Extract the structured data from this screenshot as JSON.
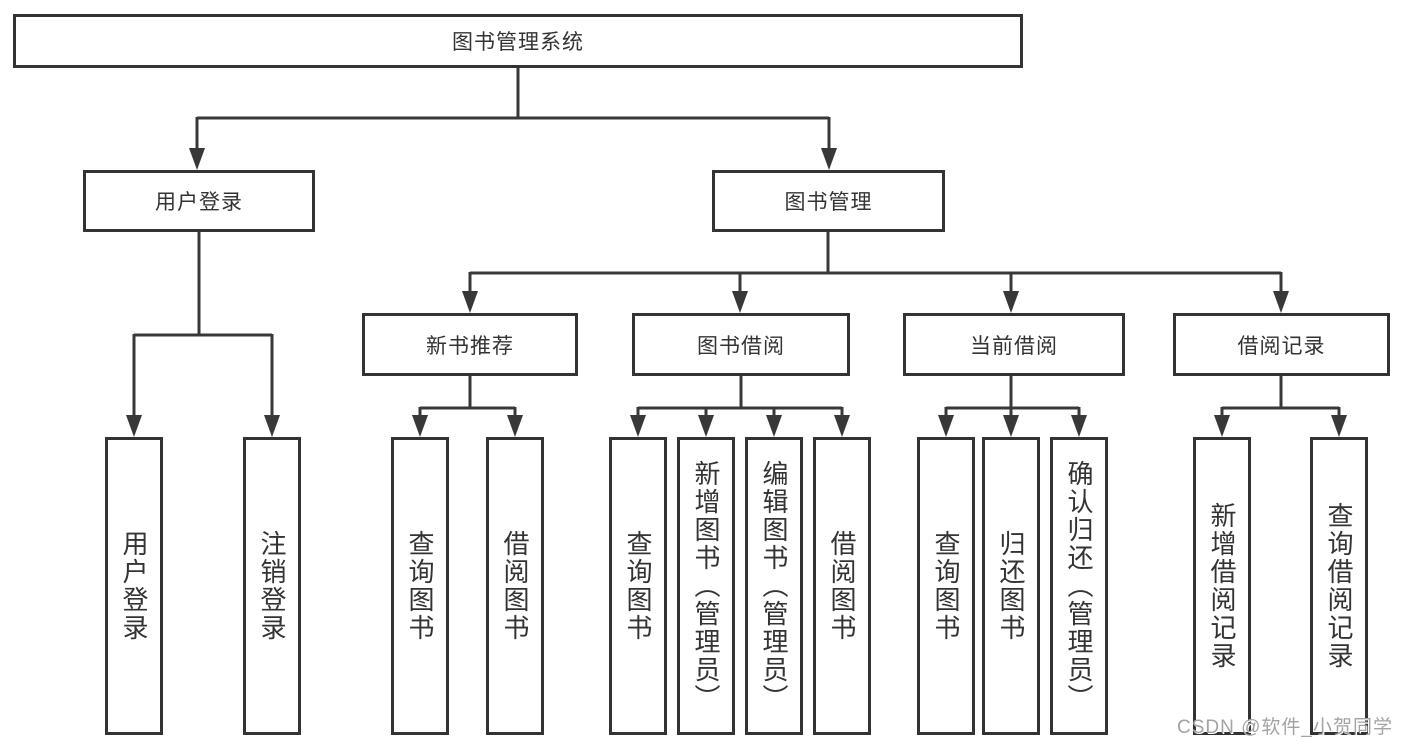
{
  "tree": {
    "label": "图书管理系统",
    "children": [
      {
        "label": "用户登录",
        "children": [
          {
            "label": "用户登录"
          },
          {
            "label": "注销登录"
          }
        ]
      },
      {
        "label": "图书管理",
        "children": [
          {
            "label": "新书推荐",
            "children": [
              {
                "label": "查询图书"
              },
              {
                "label": "借阅图书"
              }
            ]
          },
          {
            "label": "图书借阅",
            "children": [
              {
                "label": "查询图书"
              },
              {
                "label": "新增图书（管理员）"
              },
              {
                "label": "编辑图书（管理员）"
              },
              {
                "label": "借阅图书"
              }
            ]
          },
          {
            "label": "当前借阅",
            "children": [
              {
                "label": "查询图书"
              },
              {
                "label": "归还图书"
              },
              {
                "label": "确认归还（管理员）"
              }
            ]
          },
          {
            "label": "借阅记录",
            "children": [
              {
                "label": "新增借阅记录"
              },
              {
                "label": "查询借阅记录"
              }
            ]
          }
        ]
      }
    ]
  },
  "watermark": "CSDN @软件_小贺同学",
  "colors": {
    "line": "#383838",
    "box_border": "#333333",
    "background": "#ffffff",
    "watermark": "#a3a3a3"
  }
}
